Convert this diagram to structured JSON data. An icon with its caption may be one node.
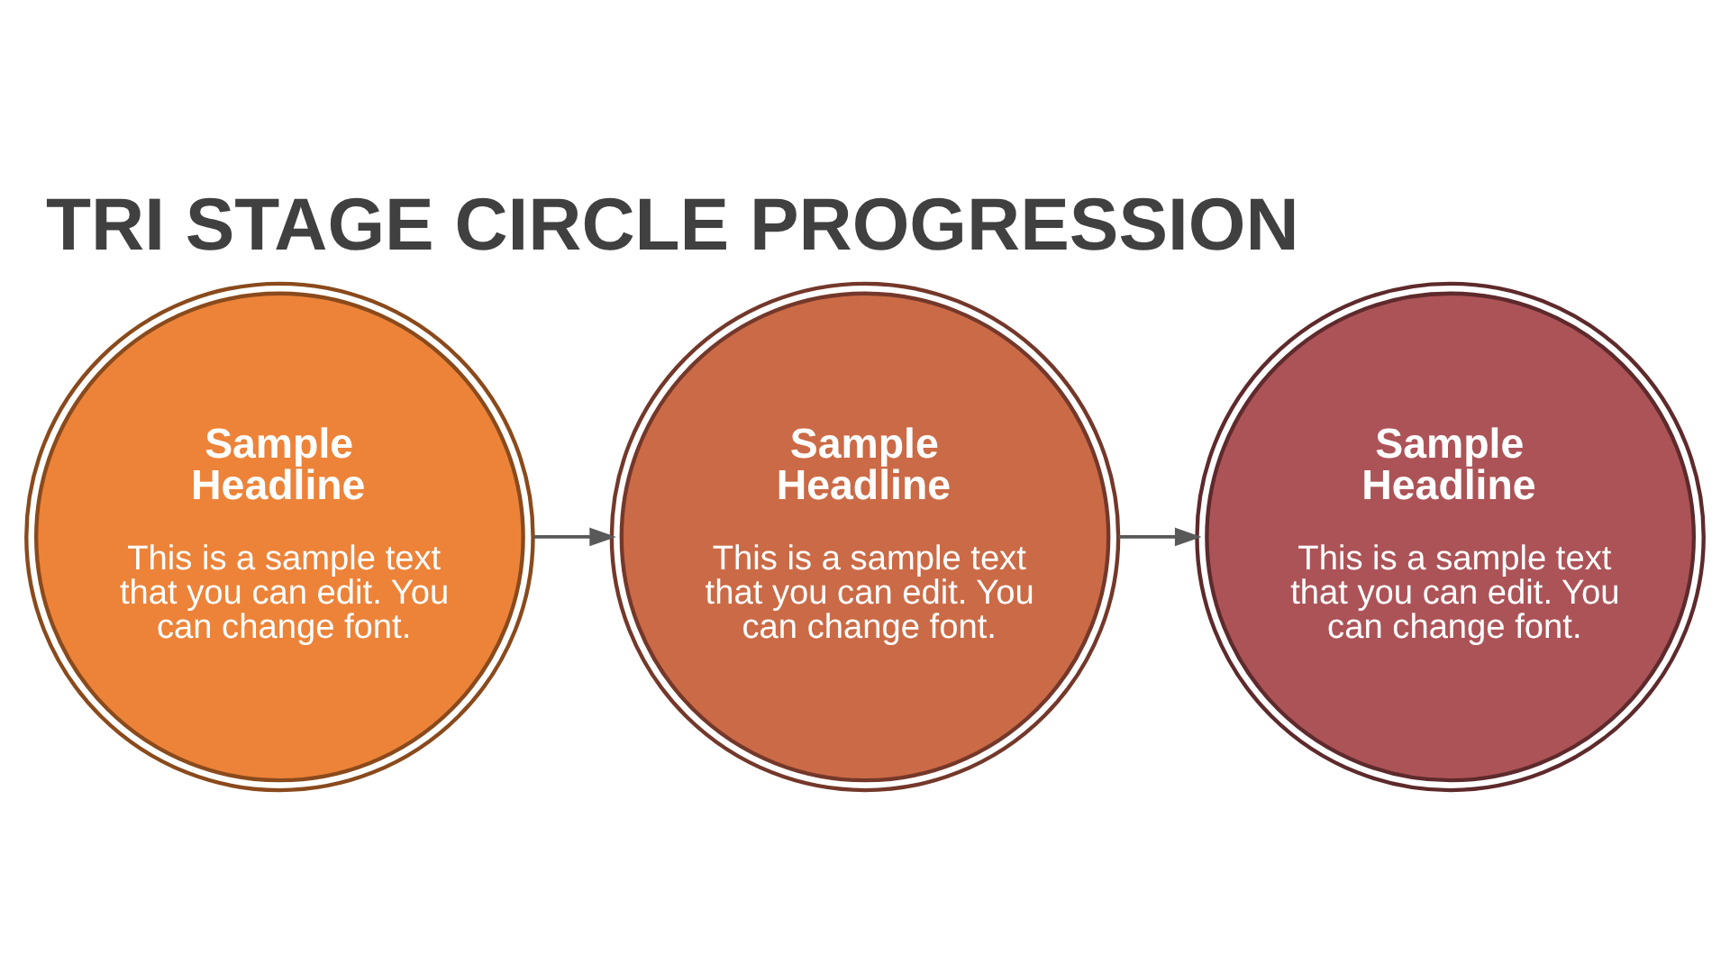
{
  "diagram": {
    "title": "TRI STAGE CIRCLE PROGRESSION",
    "nodes": [
      {
        "text": [
          "Sample Headline",
          "This is a sample text that you can edit. You can change font."
        ]
      },
      {
        "text": [
          "Sample Headline",
          "This is a sample text that you can edit. You can change font."
        ]
      },
      {
        "text": [
          "Sample Headline",
          "This is a sample text that you can edit. You can change font."
        ]
      }
    ],
    "edges": [
      {
        "from": 0,
        "to": 1,
        "arrow": "to"
      },
      {
        "from": 1,
        "to": 2,
        "arrow": "to"
      }
    ]
  }
}
